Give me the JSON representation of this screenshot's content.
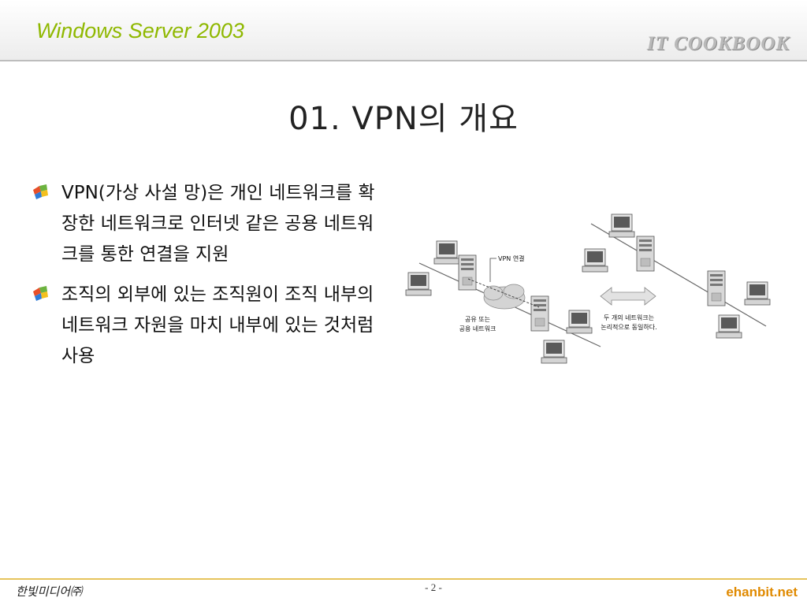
{
  "header": {
    "title": "Windows Server 2003",
    "brand": "IT COOKBOOK"
  },
  "slide": {
    "title": "01. VPN의 개요",
    "bullets": [
      "VPN(가상 사설 망)은 개인 네트워크를 확장한 네트워크로 인터넷 같은 공용 네트워크를 통한 연결을 지원",
      "조직의 외부에 있는 조직원이 조직 내부의 네트워크 자원을 마치 내부에 있는 것처럼 사용"
    ],
    "bullet_icon": "windows-flag-icon"
  },
  "diagram": {
    "vpn_label": "VPN 연결",
    "cloud_label_line1": "공유 또는",
    "cloud_label_line2": "공용 네트워크",
    "note_line1": "두 개의 네트워크는",
    "note_line2": "논리적으로 동일하다."
  },
  "footer": {
    "publisher": "한빛미디어㈜",
    "page": "- 2 -",
    "site": "ehanbit.net"
  },
  "colors": {
    "header_title": "#8fb800",
    "footer_line": "#e6c45c",
    "site": "#e08a00"
  }
}
